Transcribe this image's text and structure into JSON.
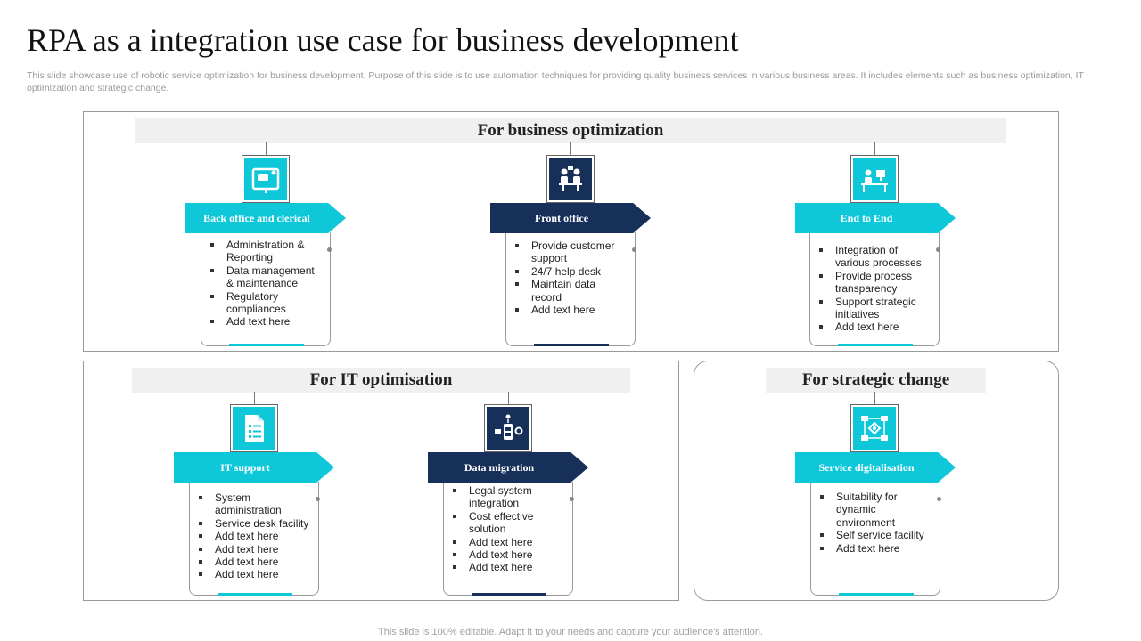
{
  "title": "RPA as a integration use case for business development",
  "subtitle": "This slide showcase use of robotic service optimization for business development. Purpose of this slide is to use automation techniques for providing quality business services in various business areas. It includes elements such as business optimization, IT optimization and strategic change.",
  "footer": "This slide is 100% editable. Adapt it to your needs and capture your audience's attention.",
  "colors": {
    "cyan": "#0ec8da",
    "navy": "#17305a",
    "section_bg": "#f0f0f0"
  },
  "sections": {
    "business": {
      "heading": "For business optimization",
      "cards": [
        {
          "label": "Back office and clerical",
          "icon": "office-desk-icon",
          "items": [
            "Administration & Reporting",
            "Data management & maintenance",
            "Regulatory compliances",
            "Add text here"
          ]
        },
        {
          "label": "Front office",
          "icon": "meeting-people-icon",
          "items": [
            "Provide customer support",
            "24/7 help desk",
            "Maintain data record",
            "Add text here"
          ]
        },
        {
          "label": "End to End",
          "icon": "workstation-icon",
          "items": [
            "Integration of various processes",
            "Provide process transparency",
            "Support strategic initiatives",
            "Add text here"
          ]
        }
      ]
    },
    "it": {
      "heading": "For IT optimisation",
      "cards": [
        {
          "label": "IT support",
          "icon": "document-checklist-icon",
          "items": [
            "System administration",
            "Service desk facility",
            "Add text here",
            "Add text here",
            "Add text here",
            "Add text here"
          ]
        },
        {
          "label": "Data migration",
          "icon": "data-transfer-icon",
          "items": [
            "Legal system integration",
            "Cost effective solution",
            "Add text here",
            "Add text here",
            "Add text here"
          ]
        }
      ]
    },
    "strategic": {
      "heading": "For strategic change",
      "cards": [
        {
          "label": "Service digitalisation",
          "icon": "workflow-icon",
          "items": [
            "Suitability for dynamic environment",
            "Self service facility",
            "Add text here"
          ]
        }
      ]
    }
  }
}
